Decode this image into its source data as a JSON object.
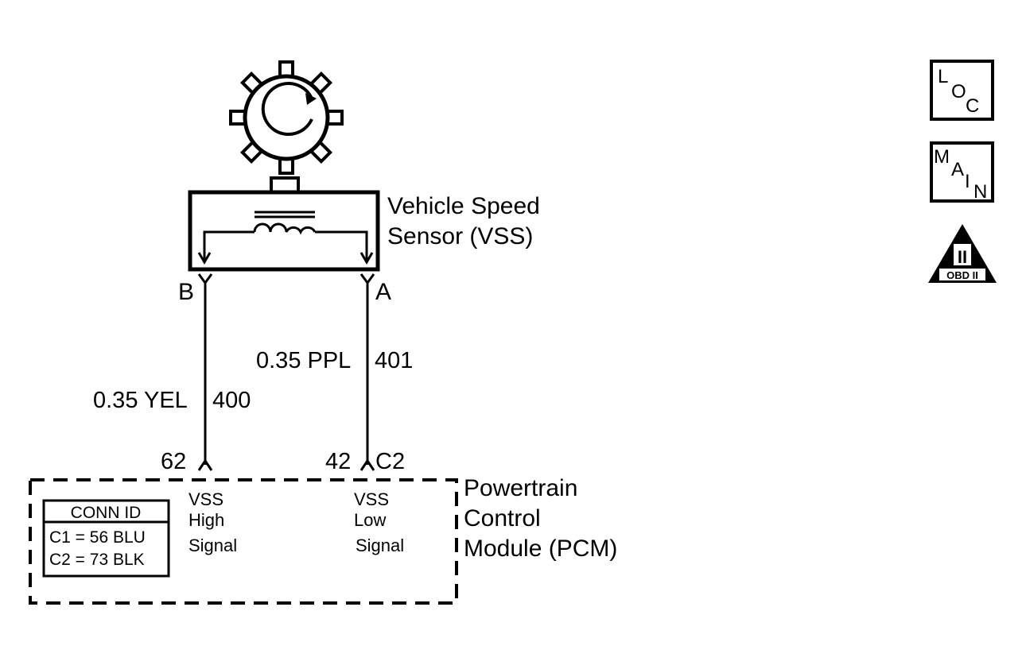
{
  "sensor": {
    "name_line1": "Vehicle Speed",
    "name_line2": "Sensor (VSS)",
    "terminal_b": "B",
    "terminal_a": "A"
  },
  "wires": {
    "wire_b": {
      "label": "0.35 YEL",
      "circuit": "400"
    },
    "wire_a": {
      "label": "0.35 PPL",
      "circuit": "401"
    }
  },
  "pcm": {
    "pin_b": "62",
    "pin_a": "42",
    "connector": "C2",
    "name_line1": "Powertrain",
    "name_line2": "Control",
    "name_line3": "Module (PCM)",
    "high_signal": {
      "line1": "VSS",
      "line2": "High",
      "line3": "Signal"
    },
    "low_signal": {
      "line1": "VSS",
      "line2": "Low",
      "line3": "Signal"
    },
    "conn_id": {
      "title": "CONN ID",
      "row1": "C1 = 56 BLU",
      "row2": "C2 = 73 BLK"
    }
  },
  "icons": {
    "loc": {
      "l": "L",
      "o": "O",
      "c": "C",
      "name": "loc-icon"
    },
    "main": {
      "m": "M",
      "a": "A",
      "i": "I",
      "n": "N",
      "name": "main-icon"
    },
    "obd": {
      "numeral": "II",
      "label": "OBD II",
      "name": "obd-ii-icon"
    }
  }
}
